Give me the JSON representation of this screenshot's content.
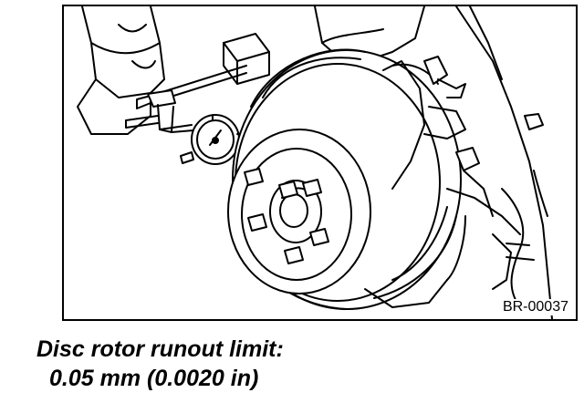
{
  "figure": {
    "code": "BR-00037",
    "parts": [
      "brake-disc-rotor",
      "wheel-hub",
      "wheel-studs",
      "dial-gauge",
      "magnetic-base",
      "gauge-arm",
      "knuckle",
      "brake-caliper-bracket"
    ]
  },
  "caption": {
    "line1": "Disc rotor runout limit:",
    "line2": "0.05 mm (0.0020 in)"
  },
  "colors": {
    "ink": "#000000",
    "paper": "#ffffff"
  }
}
